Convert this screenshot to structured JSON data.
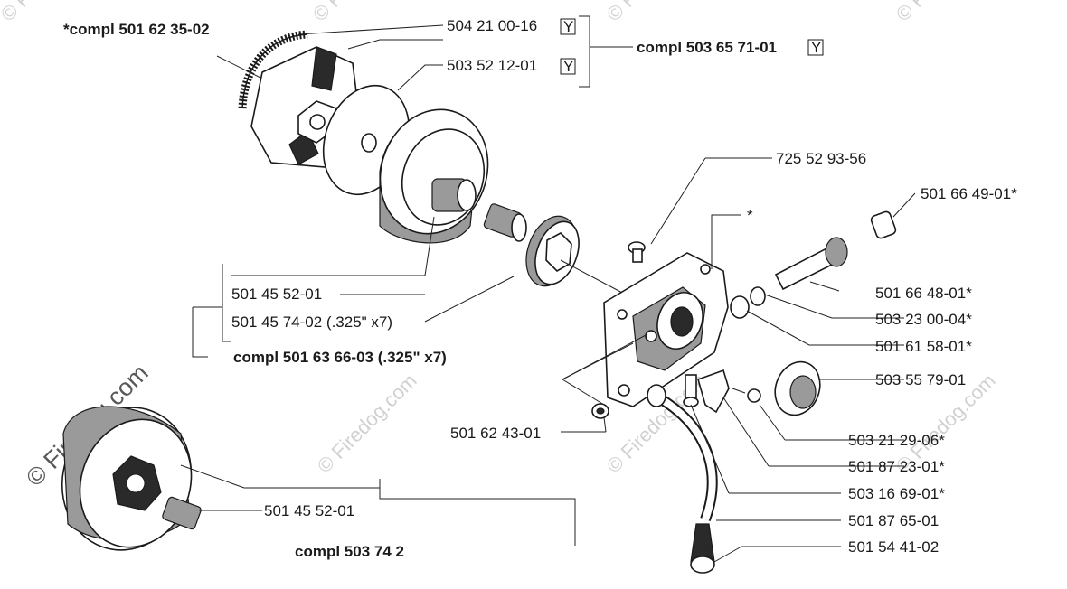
{
  "watermarks": {
    "main": "© Firedog.com",
    "faint": "© Firedog.com"
  },
  "labels": {
    "compl_top_left": "*compl 501 62 35-02",
    "p504_21_00_16": "504 21 00-16",
    "p503_52_12_01": "503 52 12-01",
    "compl_503_65_71_01": "compl 503 65 71-01",
    "y_marker": "Y",
    "p725_52_93_56": "725 52 93-56",
    "star": "*",
    "p501_66_49_01": "501 66 49-01*",
    "p501_66_48_01": "501 66 48-01*",
    "p503_23_00_04": "503 23 00-04*",
    "p501_61_58_01": "501 61 58-01*",
    "p503_55_79_01": "503 55 79-01",
    "p503_21_29_06": "503 21 29-06*",
    "p501_87_23_01": "501 87 23-01*",
    "p503_16_69_01": "503 16 69-01*",
    "p501_87_65_01": "501 87 65-01",
    "p501_54_41_02": "501 54 41-02",
    "p501_45_52_01_a": "501 45 52-01",
    "p501_45_74_02": "501 45 74-02 (.325\" x7)",
    "compl_501_63_66_03": "compl 501 63 66-03 (.325\" x7)",
    "p501_62_43_01": "501 62 43-01",
    "p501_45_52_01_b": "501 45 52-01",
    "compl_503_74": "compl 503 74 2"
  }
}
